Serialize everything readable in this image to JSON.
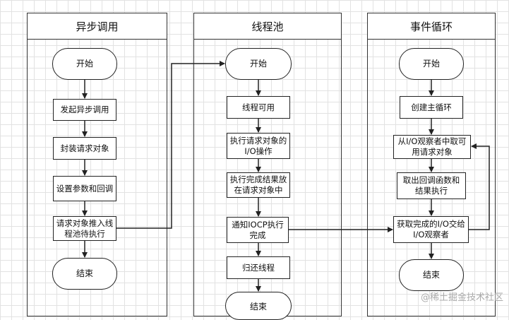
{
  "lanes": [
    {
      "title": "异步调用"
    },
    {
      "title": "线程池"
    },
    {
      "title": "事件循环"
    }
  ],
  "nodes": {
    "a_start": "开始",
    "a_call": "发起异步调用",
    "a_wrap": "封装请求对象",
    "a_params": "设置参数和回调",
    "a_push": "请求对象推入线程池待执行",
    "a_end": "结束",
    "t_start": "开始",
    "t_avail": "线程可用",
    "t_exec": "执行请求对象的I/O操作",
    "t_done": "执行完成结果放在请求对象中",
    "t_notify": "通知IOCP执行完成",
    "t_return": "归还线程",
    "t_end": "结束",
    "e_start": "开始",
    "e_loop": "创建主循环",
    "e_take": "从I/O观察者中取可用请求对象",
    "e_run": "取出回调函数和结果执行",
    "e_get": "获取完成的I/O交给I/O观察者",
    "e_end": "结束"
  },
  "watermark": "@稀土掘金技术社区"
}
